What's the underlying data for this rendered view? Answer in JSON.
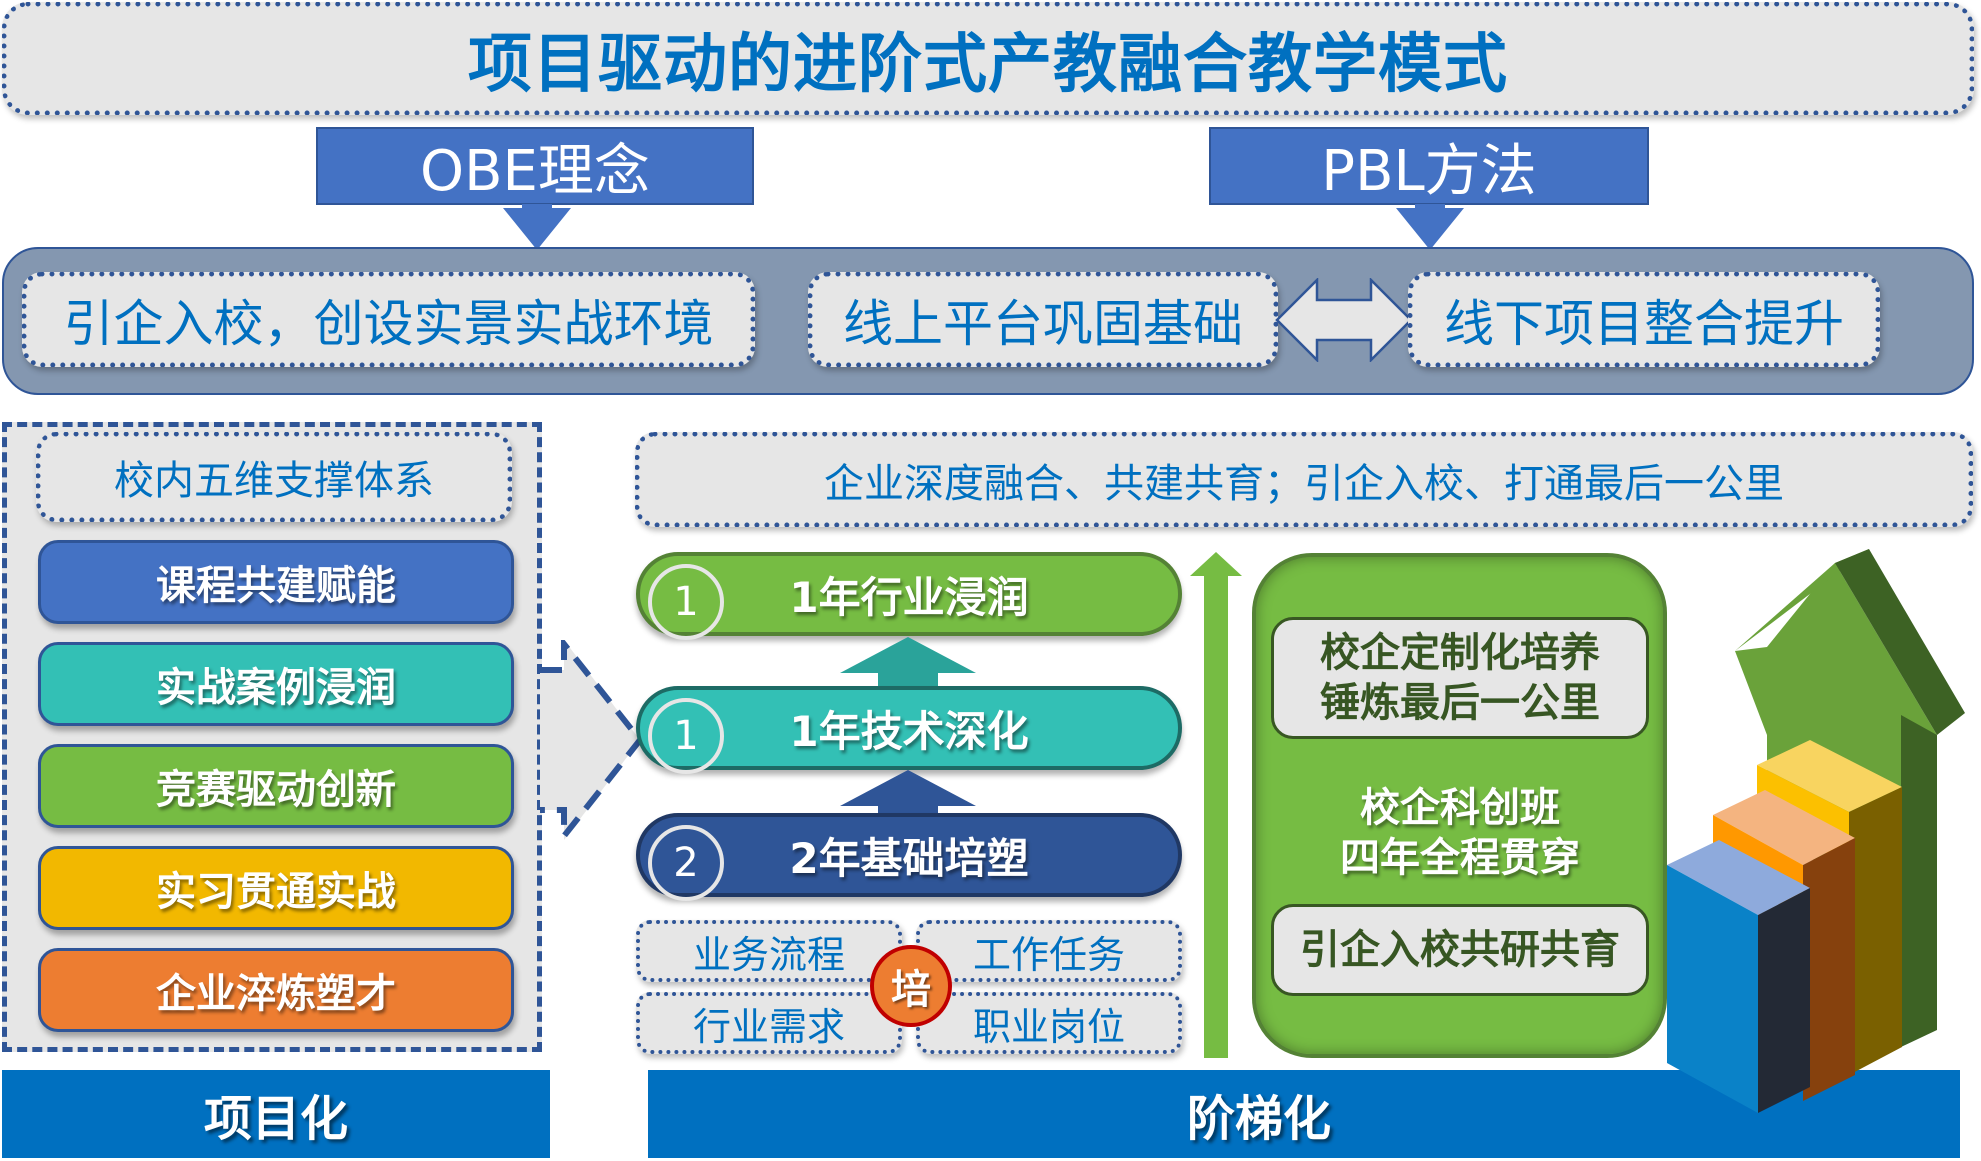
{
  "title": "项目驱动的进阶式产教融合教学模式",
  "concepts": {
    "obe": "OBE理念",
    "pbl": "PBL方法"
  },
  "band": {
    "items": [
      "引企入校，创设实景实战环境",
      "线上平台巩固基础",
      "线下项目整合提升"
    ],
    "arrow_icon": "double-arrow-icon"
  },
  "left_panel": {
    "header": "校内五维支撑体系",
    "pillars": [
      {
        "label": "课程共建赋能",
        "color": "#4472c4"
      },
      {
        "label": "实战案例浸润",
        "color": "#33c0b5"
      },
      {
        "label": "竞赛驱动创新",
        "color": "#76bc43"
      },
      {
        "label": "实习贯通实战",
        "color": "#f2b800"
      },
      {
        "label": "企业淬炼塑才",
        "color": "#ed7d31"
      }
    ],
    "footer": "项目化"
  },
  "right_section": {
    "banner": "企业深度融合、共建共育；引企入校、打通最后一公里",
    "stages": [
      {
        "number": "1",
        "label": "1年行业浸润",
        "color": "#76bc43",
        "border": "#548235"
      },
      {
        "number": "1",
        "label": "1年技术深化",
        "color": "#33c0b5",
        "border": "#1d6b65"
      },
      {
        "number": "2",
        "label": "2年基础培塑",
        "color": "#2f5597",
        "border": "#203864"
      }
    ],
    "foundation": {
      "center": "培",
      "items": [
        "业务流程",
        "工作任务",
        "行业需求",
        "职业岗位"
      ]
    },
    "green_panel": {
      "top_box": [
        "校企定制化培养",
        "锤炼最后一公里"
      ],
      "middle_text": [
        "校企科创班",
        "四年全程贯穿"
      ],
      "bottom_box": "引企入校共研共育"
    },
    "footer": "阶梯化"
  },
  "colors": {
    "title_blue": "#0070c0",
    "concept_blue": "#4472c4",
    "band_gray": "#8497b0",
    "border_navy": "#2f5597",
    "footer_blue": "#0070c0",
    "green": "#76bc43"
  }
}
